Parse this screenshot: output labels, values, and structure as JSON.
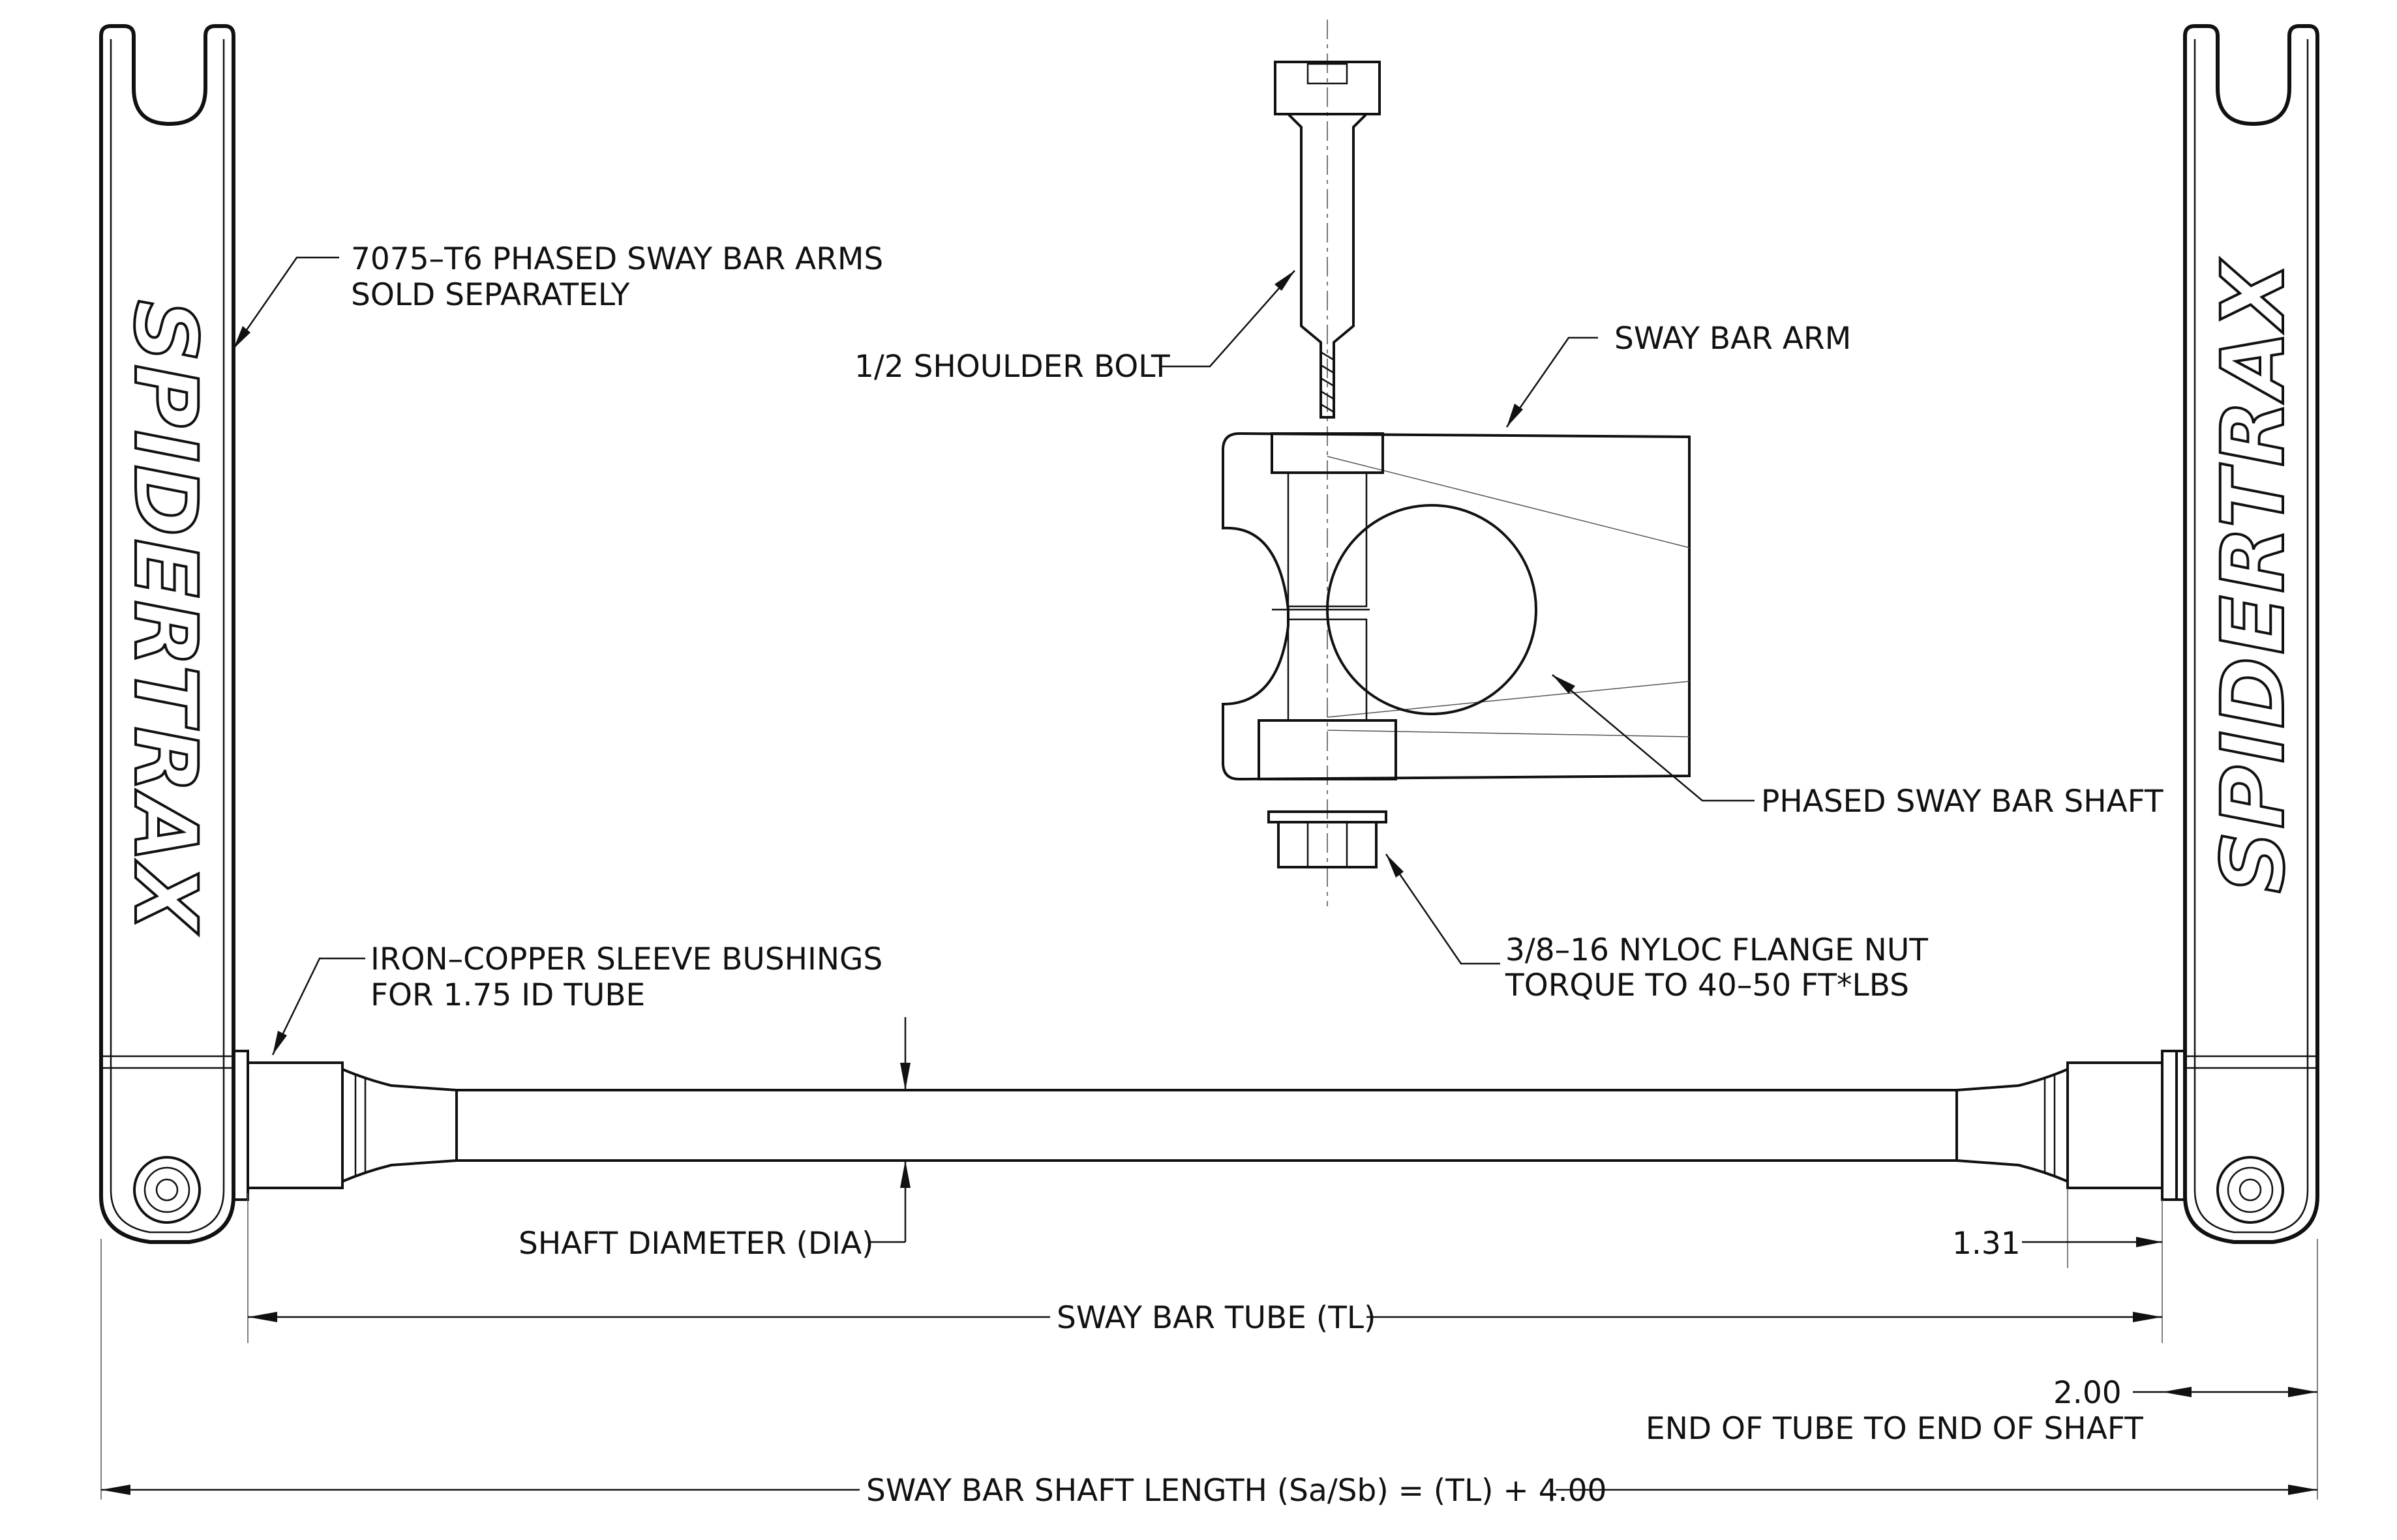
{
  "labels": {
    "arms_note_line1": "7075–T6 PHASED SWAY BAR ARMS",
    "arms_note_line2": "SOLD SEPARATELY",
    "shoulder_bolt": "1/2 SHOULDER BOLT",
    "sway_bar_arm": "SWAY BAR ARM",
    "phased_shaft": "PHASED SWAY BAR SHAFT",
    "nut_line1": "3/8–16 NYLOC FLANGE NUT",
    "nut_line2": "TORQUE TO 40–50 FT*LBS",
    "bushings_line1": "IRON–COPPER SLEEVE BUSHINGS",
    "bushings_line2": "FOR 1.75 ID TUBE",
    "shaft_diameter": "SHAFT DIAMETER (DIA)",
    "dim_131": "1.31",
    "tube_length": "SWAY BAR TUBE (TL)",
    "dim_200": "2.00",
    "end_to_end": "END OF TUBE TO END OF SHAFT",
    "shaft_length": "SWAY BAR SHAFT LENGTH (Sa/Sb) = (TL) + 4.00"
  },
  "brand": {
    "left_arm": "SPIDERTRAX",
    "right_arm": "SPIDERTRAX"
  }
}
